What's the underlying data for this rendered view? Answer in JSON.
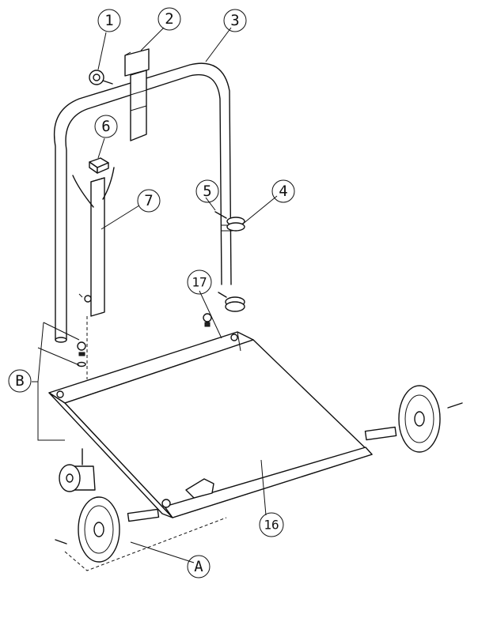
{
  "callouts": {
    "c1": "1",
    "c2": "2",
    "c3": "3",
    "c4": "4",
    "c5": "5",
    "c6": "6",
    "c7": "7",
    "c16": "16",
    "c17": "17",
    "cA": "A",
    "cB": "B"
  }
}
